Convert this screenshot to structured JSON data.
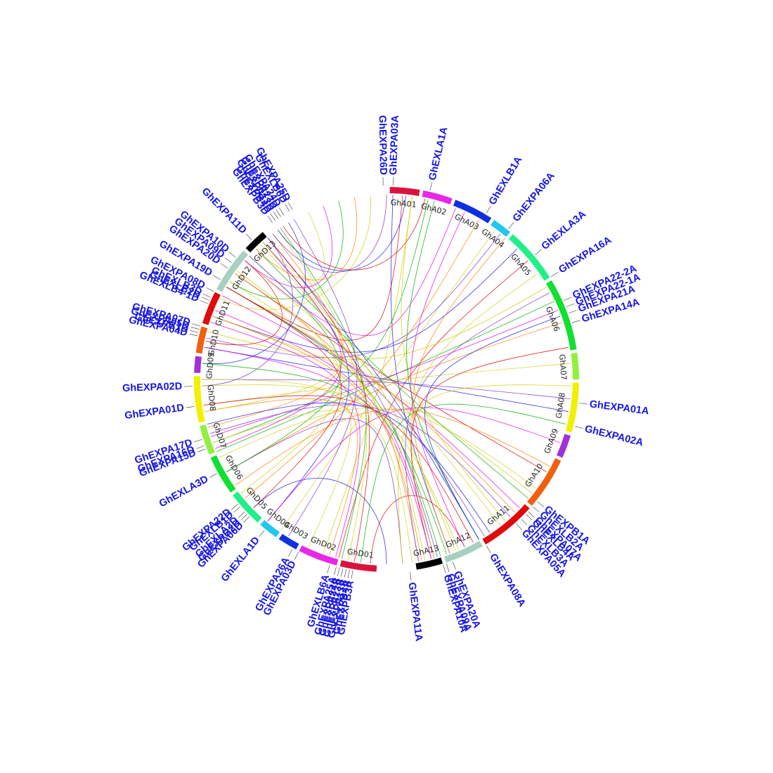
{
  "colors": {
    "label": "#1515e0",
    "link_palette": [
      "#1515e0",
      "#d80000",
      "#cccc00",
      "#00b000",
      "#e000e0",
      "#ff8000",
      "#d0d020",
      "#7b2fd0"
    ]
  },
  "chromosomes": [
    {
      "name": "GhA01",
      "color": "#d9143c"
    },
    {
      "name": "GhA02",
      "color": "#e828e8"
    },
    {
      "name": "GhA03",
      "color": "#1030e0"
    },
    {
      "name": "GhA04",
      "color": "#20c8f0"
    },
    {
      "name": "GhA05",
      "color": "#20f088"
    },
    {
      "name": "GhA06",
      "color": "#10e030"
    },
    {
      "name": "GhA07",
      "color": "#90f040"
    },
    {
      "name": "GhA08",
      "color": "#f0f000"
    },
    {
      "name": "GhA09",
      "color": "#a030d8"
    },
    {
      "name": "GhA10",
      "color": "#f06010"
    },
    {
      "name": "GhA11",
      "color": "#e00a0a"
    },
    {
      "name": "GhA12",
      "color": "#a8d0c0"
    },
    {
      "name": "GhA13",
      "color": "#000000"
    },
    {
      "name": "GhD01",
      "color": "#d9143c"
    },
    {
      "name": "GhD02",
      "color": "#e828e8"
    },
    {
      "name": "GhD03",
      "color": "#1030e0"
    },
    {
      "name": "GhD04",
      "color": "#20c8f0"
    },
    {
      "name": "GhD05",
      "color": "#20f088"
    },
    {
      "name": "GhD06",
      "color": "#10e030"
    },
    {
      "name": "GhD07",
      "color": "#90f040"
    },
    {
      "name": "GhD08",
      "color": "#f0f000"
    },
    {
      "name": "GhD09",
      "color": "#a030d8"
    },
    {
      "name": "GhD10",
      "color": "#f06010"
    },
    {
      "name": "GhD11",
      "color": "#e00a0a"
    },
    {
      "name": "GhD12",
      "color": "#a8d0c0"
    },
    {
      "name": "GhD13",
      "color": "#000000"
    }
  ],
  "genes": [
    "GhEXPA03A",
    "GhEXLA1A",
    "GhEXLB1A",
    "GhEXPA06A",
    "GhEXLA3A",
    "GhEXPA16A",
    "GhEXPA22-2A",
    "GhEXPA22-1A",
    "GhEXPA21A",
    "GhEXPA14A",
    "GhEXPA01A",
    "GhEXPA02A",
    "GhEXPB1A",
    "GhEXLB2A",
    "GhEXPA07A",
    "GhEXLB4A",
    "GhEXLB3A",
    "GhEXPA05A",
    "GhEXPA08A",
    "GhEXPA20A",
    "GhEXPA09A",
    "GhEXPA10A",
    "GhEXPA11A",
    "GhEXPB3A",
    "GhEXPB4A",
    "GhEXPA13A",
    "GhEXPA23A",
    "GhEXPA24A",
    "GhEXPA25A",
    "GhEXLB6A",
    "GhEXPA26A",
    "GhEXPA03D",
    "GhEXLA1D",
    "GhEXPA06D",
    "GhEXPB2D",
    "GhEXLA2D",
    "GhEXLB1D",
    "GhEXPA22D",
    "GhEXLA3D",
    "GhEXPA15D",
    "GhEXPA16D",
    "GhEXPA17D",
    "GhEXPA01D",
    "GhEXPA02D",
    "GhEXPA04D",
    "GhEXPB1D",
    "GhEXPA05D",
    "GhEXPA07D",
    "GhEXLB4-1D",
    "GhEXLB2D",
    "GhEXLB3D",
    "GhEXPA08D",
    "GhEXPA19D",
    "GhEXPA20D",
    "GhEXPA09D",
    "GhEXPA10D",
    "GhEXPA11D",
    "GhEXPB3D",
    "GhEXPB4D",
    "GhEXPA13D",
    "GhEXPA23D",
    "GhEXPA24D",
    "GhEXLB6D",
    "GhEXPA25D",
    "GhEXPA26D"
  ]
}
